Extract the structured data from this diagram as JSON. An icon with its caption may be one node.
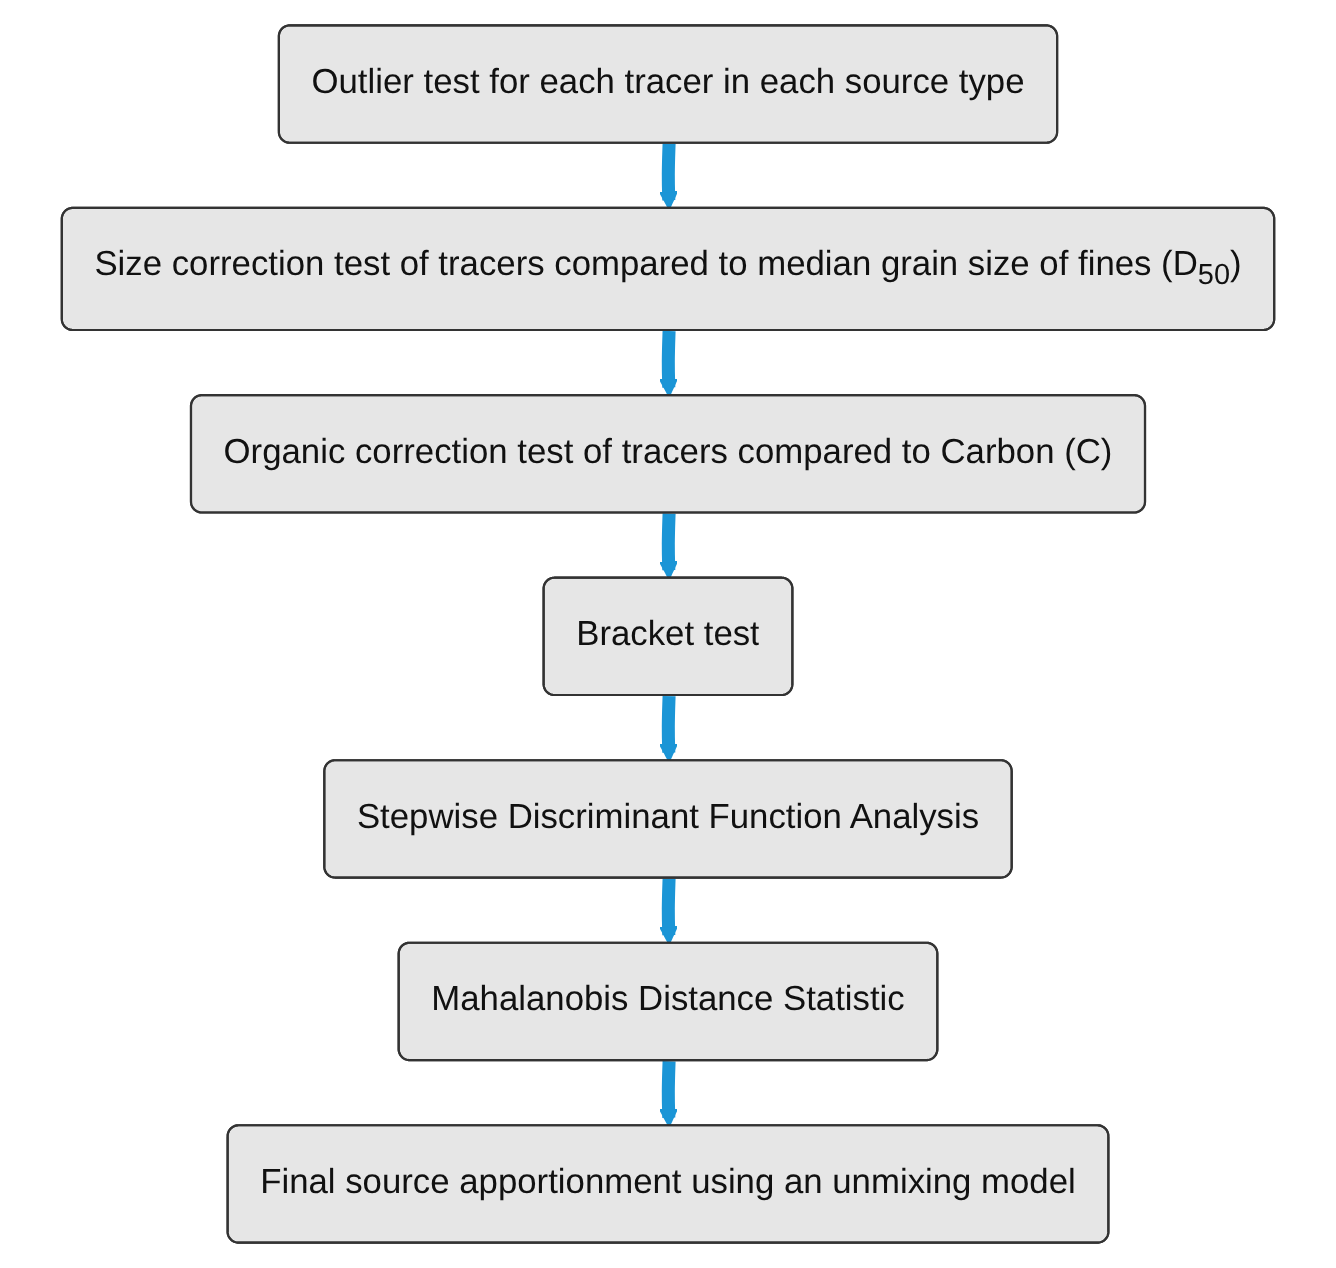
{
  "diagram": {
    "nodes": [
      {
        "text": [
          "Outlier test for each tracer in each source type"
        ]
      },
      {
        "text": [
          "Size correction test of tracers compared to median grain size of fines (D$_{50}$)"
        ]
      },
      {
        "text": [
          "Organic correction test of tracers compared to Carbon (C)"
        ]
      },
      {
        "text": [
          "Bracket test"
        ]
      },
      {
        "text": [
          "Stepwise Discriminant Function Analysis"
        ]
      },
      {
        "text": [
          "Mahalanobis Distance Statistic"
        ]
      },
      {
        "text": [
          "Final source apportionment using an unmixing model"
        ]
      }
    ],
    "edges": [
      {
        "from": 0,
        "to": 1,
        "arrow": "to"
      },
      {
        "from": 1,
        "to": 2,
        "arrow": "to"
      },
      {
        "from": 2,
        "to": 3,
        "arrow": "to"
      },
      {
        "from": 3,
        "to": 4,
        "arrow": "to"
      },
      {
        "from": 4,
        "to": 5,
        "arrow": "to"
      },
      {
        "from": 5,
        "to": 6,
        "arrow": "to"
      }
    ]
  }
}
